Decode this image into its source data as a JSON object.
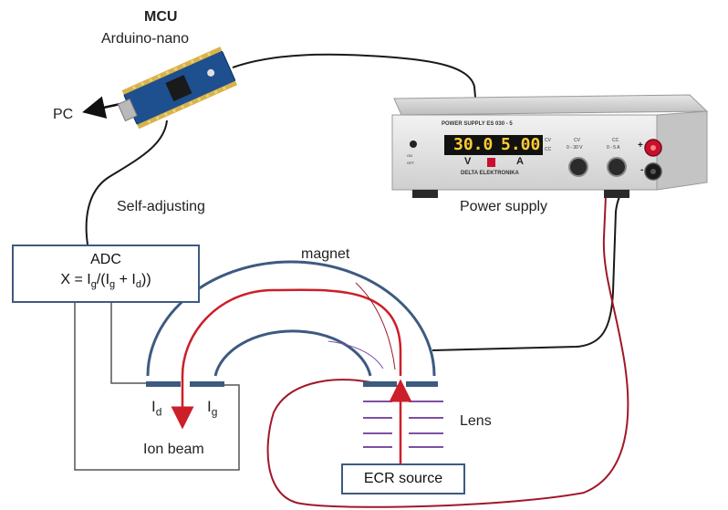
{
  "labels": {
    "mcu_title": "MCU",
    "mcu_model": "Arduino-nano",
    "pc": "PC",
    "self_adjusting": "Self-adjusting",
    "power_supply": "Power supply",
    "magnet": "magnet",
    "ion_beam": "Ion beam",
    "lens": "Lens",
    "ecr_source": "ECR source"
  },
  "adc": {
    "title": "ADC",
    "formula_prefix": "X = I",
    "formula_sub1": "g",
    "formula_mid": "/(I",
    "formula_sub2": "g",
    "formula_plus": " + I",
    "formula_sub3": "d",
    "formula_end": "))"
  },
  "detectors": {
    "d_main": "I",
    "d_sub": "d",
    "g_main": "I",
    "g_sub": "g"
  },
  "power_supply_panel": {
    "header": "POWER SUPPLY  ES 030 - 5",
    "voltage_display": "30.0",
    "current_display": "5.00",
    "volt_unit": "V",
    "amp_unit": "A",
    "brand": "DELTA  ELEKTRONIKA",
    "cv_label": "CV",
    "cv_range": "0 - 30 V",
    "cc_label": "CC",
    "cc_range": "0 - 5 A",
    "plus": "+",
    "minus": "-",
    "ind_cv": "CV",
    "ind_cc": "CC",
    "on": "ON",
    "off": "OFF"
  },
  "colors": {
    "outline_blue": "#3d5a80",
    "beam_red": "#cc1f2a",
    "wire_red": "#a0182a",
    "wire_black": "#1a1a1a",
    "lens_purple": "#7e4fa3",
    "board_blue": "#1e4f8f"
  }
}
